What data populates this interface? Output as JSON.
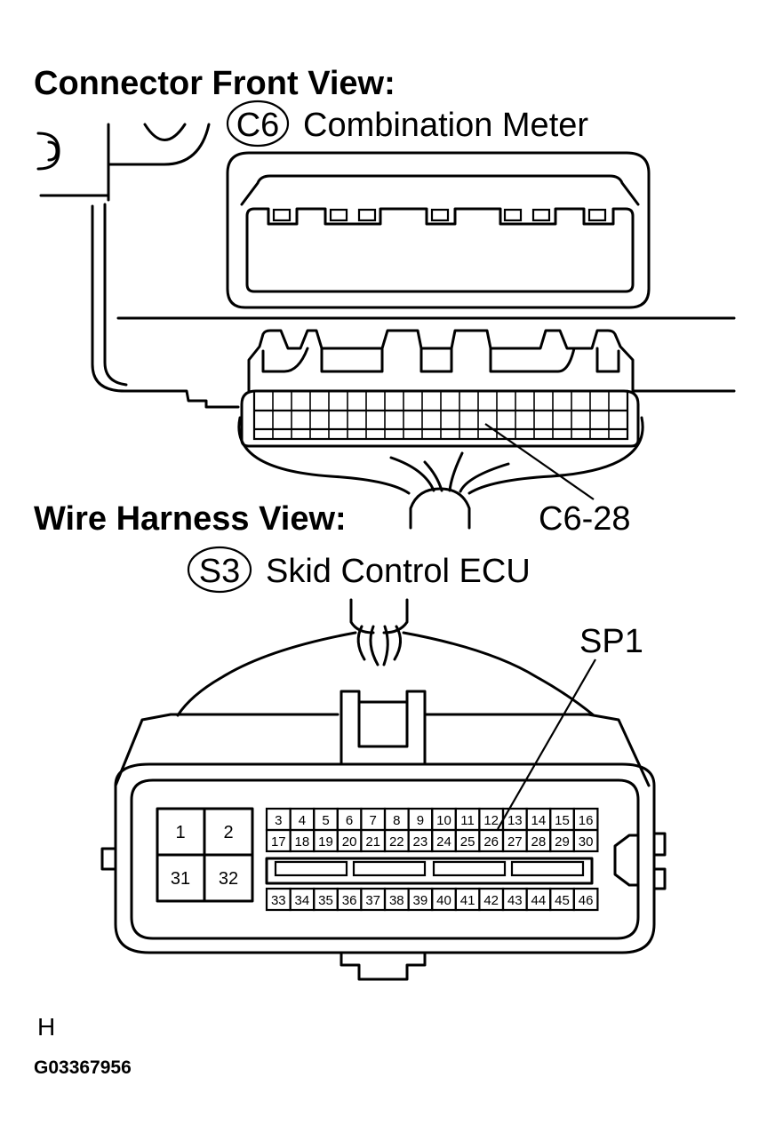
{
  "headings": {
    "front_view": "Connector Front View:",
    "harness_view": "Wire Harness View:"
  },
  "connector_c6": {
    "code": "C6",
    "name": "Combination Meter",
    "callout": "C6-28"
  },
  "connector_s3": {
    "code": "S3",
    "name": "Skid Control ECU",
    "callout": "SP1",
    "big_pins": [
      "1",
      "2",
      "31",
      "32"
    ],
    "row1": [
      "3",
      "4",
      "5",
      "6",
      "7",
      "8",
      "9",
      "10",
      "11",
      "12",
      "13",
      "14",
      "15",
      "16"
    ],
    "row2": [
      "17",
      "18",
      "19",
      "20",
      "21",
      "22",
      "23",
      "24",
      "25",
      "26",
      "27",
      "28",
      "29",
      "30"
    ],
    "row3": [
      "33",
      "34",
      "35",
      "36",
      "37",
      "38",
      "39",
      "40",
      "41",
      "42",
      "43",
      "44",
      "45",
      "46"
    ]
  },
  "footer": {
    "letter": "H",
    "figure_id": "G03367956"
  }
}
